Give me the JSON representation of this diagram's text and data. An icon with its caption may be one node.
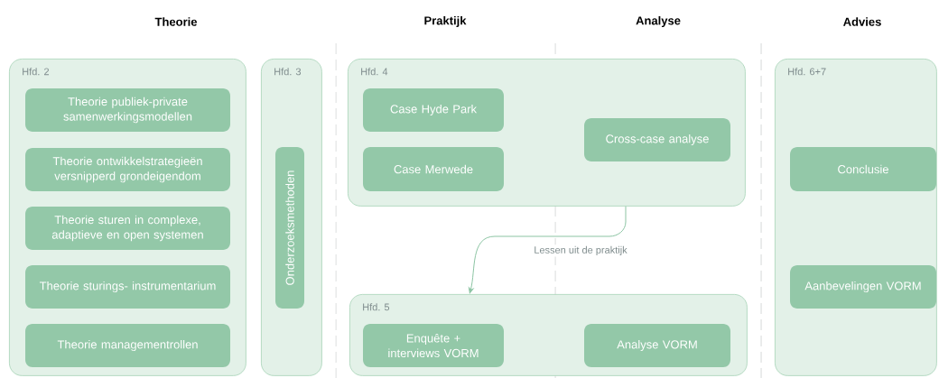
{
  "diagram": {
    "nodes": [
      {
        "text": [
          "Hfd. 2"
        ]
      },
      {
        "text": [
          "Theorie publiek-private samenwerkingsmodellen"
        ],
        "in": 0
      },
      {
        "text": [
          "Theorie ontwikkelstrategieën versnipperd grondeigendom"
        ],
        "in": 0
      },
      {
        "text": [
          "Theorie sturen in complexe, adaptieve en open systemen"
        ],
        "in": 0
      },
      {
        "text": [
          "Theorie sturings- instrumentarium"
        ],
        "in": 0
      },
      {
        "text": [
          "Theorie managementrollen"
        ],
        "in": 0
      },
      {
        "text": [
          "Hfd. 3"
        ]
      },
      {
        "text": [
          "Onderzoeksmethoden"
        ],
        "in": 6
      },
      {
        "text": [
          "Hfd. 4"
        ]
      },
      {
        "text": [
          "Case Hyde Park"
        ],
        "in": 8
      },
      {
        "text": [
          "Case Merwede"
        ],
        "in": 8
      },
      {
        "text": [
          "Cross-case analyse"
        ],
        "in": 8
      },
      {
        "text": [
          "Hfd. 5"
        ]
      },
      {
        "text": [
          "Enquête + interviews VORM"
        ],
        "in": 12
      },
      {
        "text": [
          "Analyse VORM"
        ],
        "in": 12
      },
      {
        "text": [
          "Hfd. 6+7"
        ]
      },
      {
        "text": [
          "Conclusie"
        ],
        "in": 15
      },
      {
        "text": [
          "Aanbevelingen VORM"
        ],
        "in": 15
      }
    ],
    "edges": [
      {
        "from": 8,
        "to": 12,
        "arrow": "to",
        "label": "Lessen uit de praktijk"
      }
    ],
    "labels": [
      "Theorie",
      "Praktijk",
      "Analyse",
      "Advies"
    ]
  }
}
